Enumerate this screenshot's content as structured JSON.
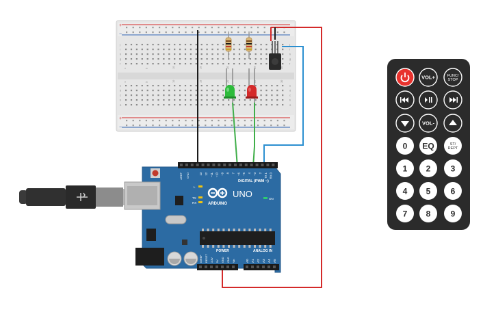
{
  "board": {
    "logo_text": "ARDUINO",
    "model": "UNO",
    "on_label": "ON",
    "tx_label": "TX",
    "rx_label": "RX",
    "l_label": "L",
    "digital_label": "DIGITAL (PWM ~)",
    "power_label": "POWER",
    "analog_label": "ANALOG IN",
    "aref": "AREF",
    "gnd": "GND",
    "digital_pins": [
      "13",
      "12",
      "~11",
      "~10",
      "~9",
      "8",
      "7",
      "~6",
      "~5",
      "4",
      "~3",
      "2",
      "TX 1",
      "RX 0"
    ],
    "power_pins": [
      "IOREF",
      "RESET",
      "3.3V",
      "5V",
      "GND",
      "GND",
      "Vin"
    ],
    "analog_pins": [
      "A0",
      "A1",
      "A2",
      "A3",
      "A4",
      "A5"
    ]
  },
  "breadboard": {
    "row_letters_top": [
      "j",
      "i",
      "h",
      "g",
      "f"
    ],
    "row_letters_bottom": [
      "e",
      "d",
      "c",
      "b",
      "a"
    ],
    "column_numbers": [
      "1",
      "5",
      "10",
      "15",
      "20",
      "25",
      "30"
    ]
  },
  "remote": {
    "keys": [
      "",
      "VOL+",
      "FUNC/ STOP",
      "",
      "",
      "",
      "",
      "VOL-",
      "",
      "0",
      "EQ",
      "ST/ REPT",
      "1",
      "2",
      "3",
      "4",
      "5",
      "6",
      "7",
      "8",
      "9"
    ]
  },
  "colors": {
    "board": "#2c6ba3",
    "breadboard": "#e8e8e8",
    "wire_red": "#d42a2a",
    "wire_black": "#1a1a1a",
    "wire_green": "#3fae49",
    "wire_blue": "#2b8fd0",
    "led_green": "#2dbb3b",
    "led_red": "#d42a2a",
    "remote_body": "#2b2b2b",
    "power_key": "#e8322d"
  },
  "icons": [
    "usb-cable",
    "power-icon",
    "prev-track-icon",
    "play-pause-icon",
    "next-track-icon",
    "down-arrow-icon",
    "up-arrow-icon"
  ]
}
